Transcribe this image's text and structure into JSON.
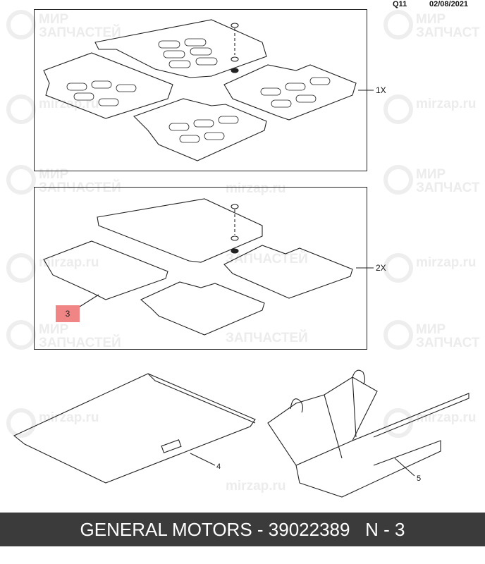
{
  "header": {
    "code": "Q11",
    "date": "02/08/2021"
  },
  "watermark": {
    "line1": "МИР",
    "line2": "ЗАПЧАСТЕЙ",
    "url": "mirzap.ru"
  },
  "panels": [
    {
      "quantity": "1X"
    },
    {
      "quantity": "2X"
    }
  ],
  "callouts": {
    "item3": "3",
    "item4": "4",
    "item5": "5"
  },
  "colors": {
    "highlight": "#f08585",
    "footer_bg": "#3b3b3b"
  },
  "footer": {
    "text": "GENERAL MOTORS - 39022389   N - 3"
  }
}
